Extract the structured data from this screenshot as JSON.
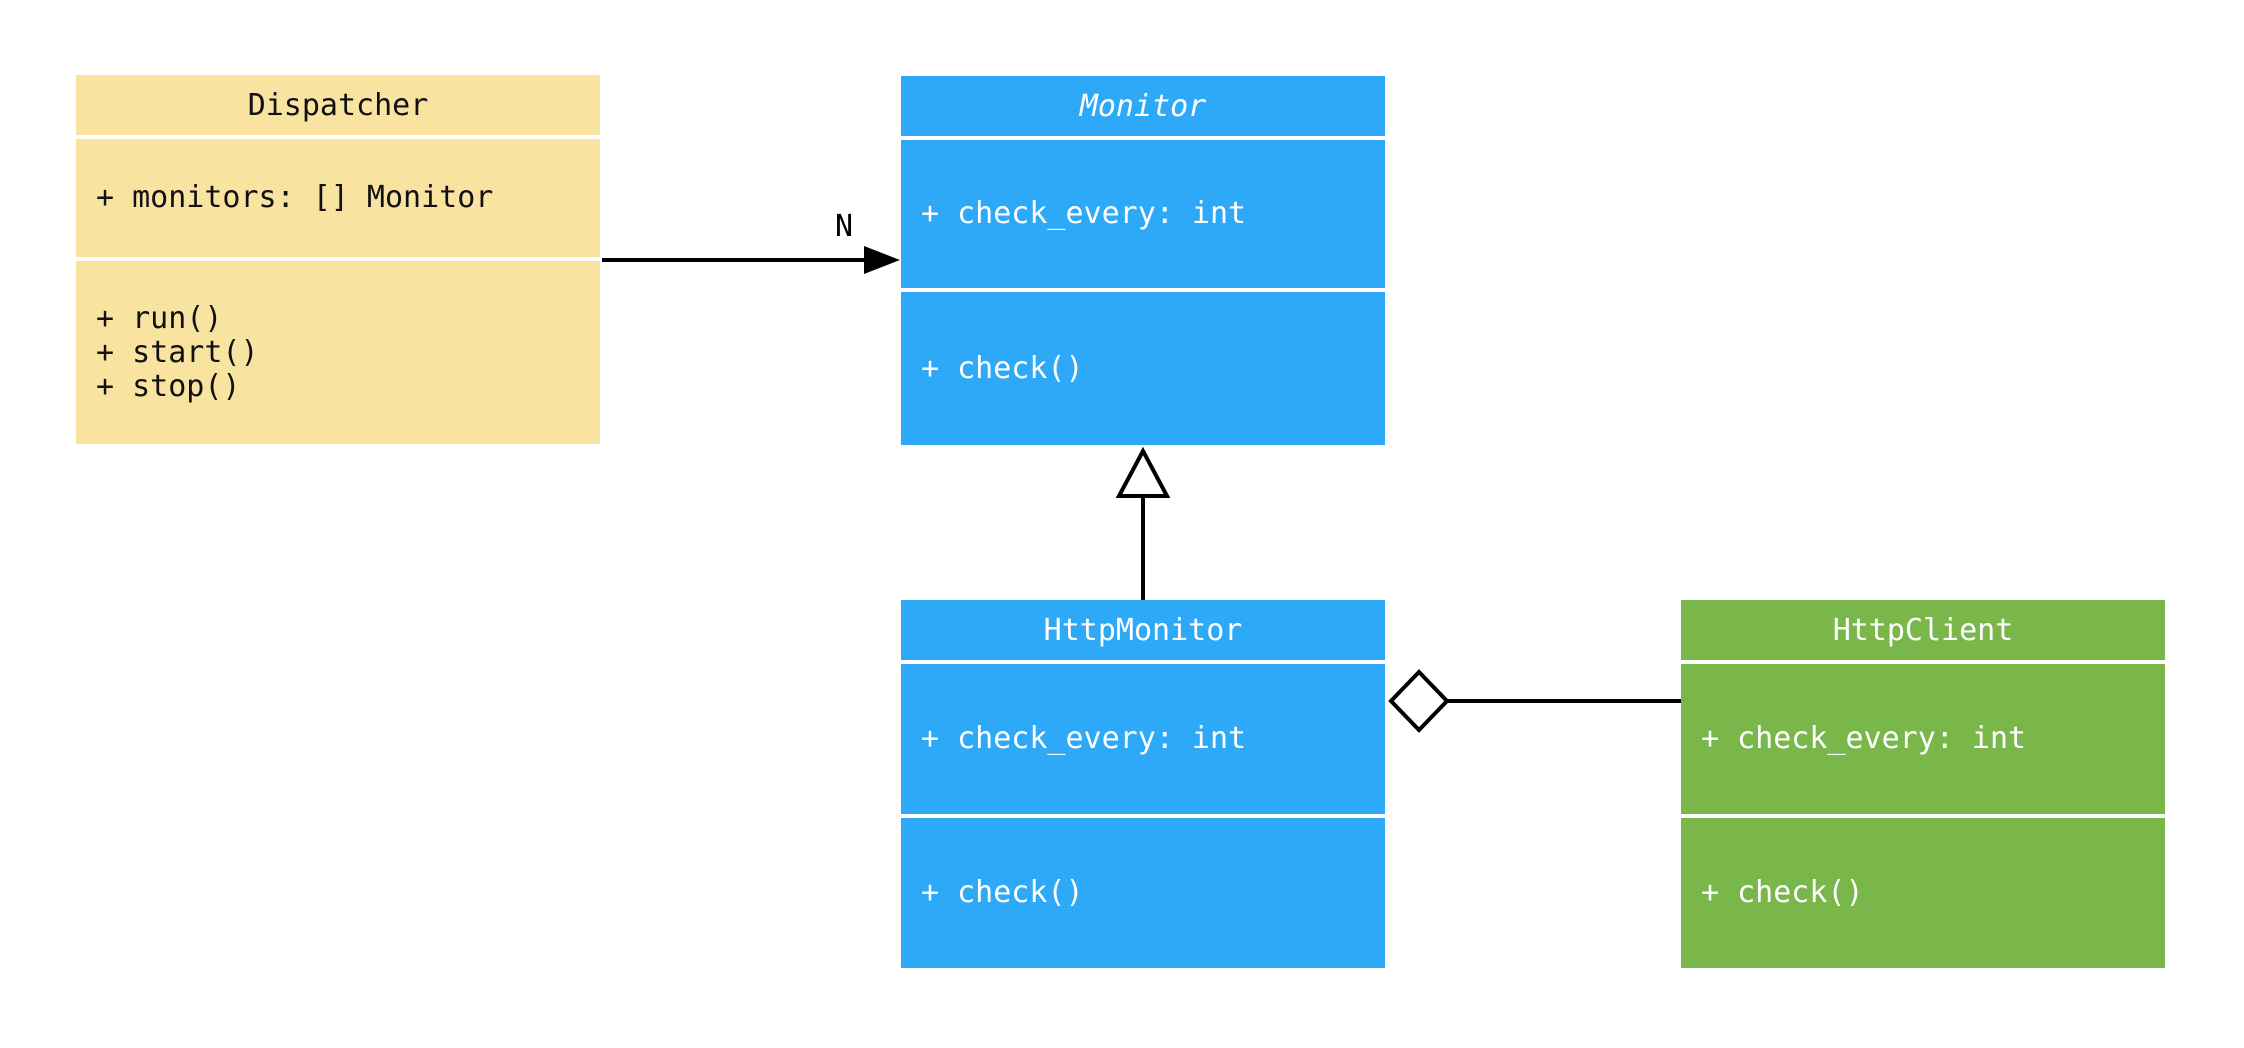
{
  "diagram": {
    "kind": "uml-class-diagram",
    "background": "#ffffff",
    "line_color": "#000000",
    "classes": [
      {
        "id": "dispatcher",
        "name": "Dispatcher",
        "abstract": false,
        "fill_color": "#F9E3A1",
        "text_color": "#111111",
        "attributes": [
          "+ monitors: [] Monitor"
        ],
        "methods": [
          "+ run()",
          "+ start()",
          "+ stop()"
        ]
      },
      {
        "id": "monitor",
        "name": "Monitor",
        "abstract": true,
        "fill_color": "#2EA9F7",
        "text_color": "#FFFFFF",
        "attributes": [
          "+ check_every: int"
        ],
        "methods": [
          "+ check()"
        ]
      },
      {
        "id": "httpmonitor",
        "name": "HttpMonitor",
        "abstract": false,
        "fill_color": "#2EA9F7",
        "text_color": "#FFFFFF",
        "attributes": [
          "+ check_every: int"
        ],
        "methods": [
          "+ check()"
        ]
      },
      {
        "id": "httpclient",
        "name": "HttpClient",
        "abstract": false,
        "fill_color": "#79B74B",
        "text_color": "#FFFFFF",
        "attributes": [
          "+ check_every: int"
        ],
        "methods": [
          "+ check()"
        ]
      }
    ],
    "relationships": [
      {
        "type": "association-arrow",
        "from": "Dispatcher",
        "to": "Monitor",
        "label": "N"
      },
      {
        "type": "inheritance",
        "from": "HttpMonitor",
        "to": "Monitor",
        "label": ""
      },
      {
        "type": "aggregation",
        "from": "HttpMonitor",
        "to": "HttpClient",
        "label": ""
      }
    ]
  }
}
